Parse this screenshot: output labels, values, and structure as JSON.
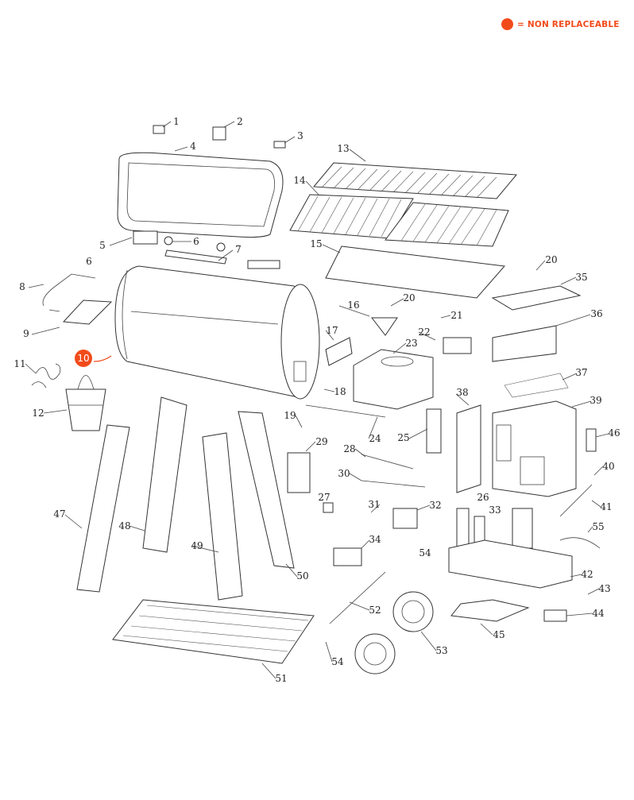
{
  "legend": {
    "text": "= NON REPLACEABLE",
    "color": "#f24b1b"
  },
  "non_replaceable_part": "10",
  "labels": {
    "p1": "1",
    "p2": "2",
    "p3": "3",
    "p4": "4",
    "p5": "5",
    "p6a": "6",
    "p6b": "6",
    "p7": "7",
    "p8": "8",
    "p9": "9",
    "p11": "11",
    "p12": "12",
    "p13": "13",
    "p14": "14",
    "p15": "15",
    "p16": "16",
    "p17": "17",
    "p18": "18",
    "p19": "19",
    "p20a": "20",
    "p20b": "20",
    "p21": "21",
    "p22": "22",
    "p23": "23",
    "p24": "24",
    "p25": "25",
    "p26": "26",
    "p27": "27",
    "p28": "28",
    "p29": "29",
    "p30": "30",
    "p31": "31",
    "p32": "32",
    "p33": "33",
    "p34": "34",
    "p35": "35",
    "p36": "36",
    "p37": "37",
    "p38": "38",
    "p39": "39",
    "p40": "40",
    "p41": "41",
    "p42": "42",
    "p43": "43",
    "p44": "44",
    "p45": "45",
    "p46": "46",
    "p47": "47",
    "p48": "48",
    "p49": "49",
    "p50": "50",
    "p51": "51",
    "p52": "52",
    "p53": "53",
    "p54a": "54",
    "p54b": "54",
    "p55": "55"
  }
}
